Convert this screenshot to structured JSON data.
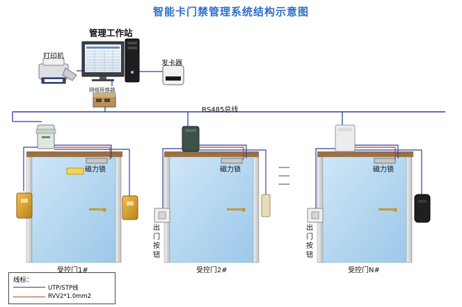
{
  "title": "智能卡门禁管理系统结构示意图",
  "workstation_label": "管理工作站",
  "printer_label": "打印机",
  "card_issuer_label": "发卡器",
  "network_converter_label": "网络转换器",
  "bus_label": "RS485总线",
  "magnetic_lock_label": "磁力锁",
  "exit_button_label": "出门按钮",
  "doors": [
    {
      "label": "受控门1#"
    },
    {
      "label": "受控门2#"
    },
    {
      "label": "受控门N#"
    }
  ],
  "ellipsis": "------",
  "legend": {
    "title": "线标：",
    "items": [
      {
        "label": "UTP/STP线",
        "color": "#2c3f9e"
      },
      {
        "label": "RVV2*1.0mm2",
        "color": "#c0392b"
      }
    ]
  }
}
